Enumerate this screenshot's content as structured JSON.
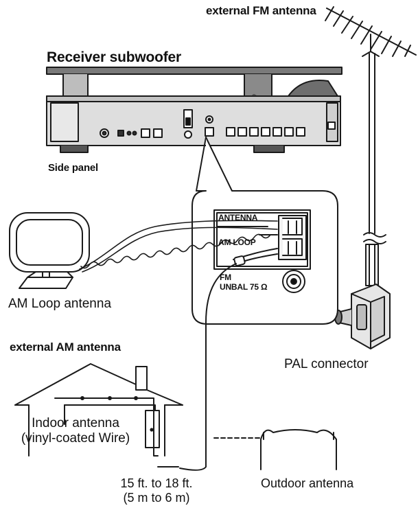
{
  "labels": {
    "external_fm_antenna": "external FM antenna",
    "receiver_subwoofer": "Receiver subwoofer",
    "side_panel": "Side panel",
    "antenna": "ANTENNA",
    "am_loop": "AM LOOP",
    "fm": "FM",
    "unbal": "UNBAL 75 Ω",
    "am_loop_antenna": "AM Loop antenna",
    "external_am_antenna": "external AM antenna",
    "pal_connector": "PAL connector",
    "indoor_antenna_line1": "Indoor antenna",
    "indoor_antenna_line2": "(vinyl-coated Wire)",
    "length_line1": "15 ft. to 18 ft.",
    "length_line2": "(5 m to 6 m)",
    "outdoor_antenna": "Outdoor antenna"
  },
  "colors": {
    "line": "#1a1a1a",
    "device_body": "#d9d9d9",
    "device_dark": "#6e6e6e",
    "panel_fill": "#ffffff"
  }
}
